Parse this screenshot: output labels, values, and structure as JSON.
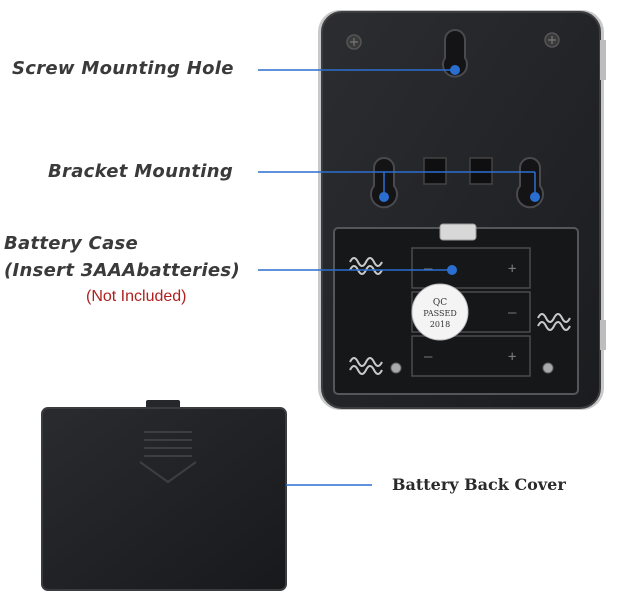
{
  "labels": {
    "screw_mounting_hole": "Screw Mounting Hole",
    "bracket_mounting": "Bracket Mounting",
    "battery_case_line1": "Battery Case",
    "battery_case_line2": "(Insert 3AAAbatteries)",
    "not_included": "(Not Included)",
    "battery_back_cover": "Battery Back Cover"
  },
  "qc_sticker": {
    "line1": "QC",
    "line2": "PASSED",
    "year": "2018"
  },
  "colors": {
    "leader_line": "#2a6fd0",
    "leader_dot": "#2a6fd0",
    "device_body": "#222326",
    "device_edge": "#3c3d41",
    "not_included_text": "#b02020"
  }
}
